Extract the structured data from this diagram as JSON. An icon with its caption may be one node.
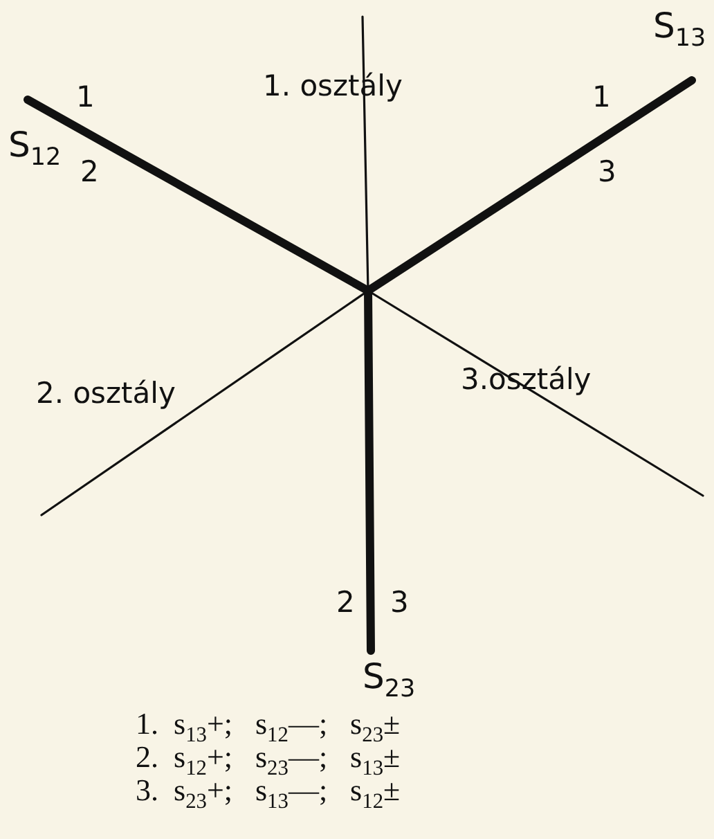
{
  "diagram": {
    "labels": [
      "S$_{13}$",
      "1",
      "1. osztály",
      "1",
      "S$_{12}$",
      "2",
      "3",
      "3.osztály",
      "2. osztály",
      "2",
      "3",
      "S$_{23}$",
      "1.  s$_{13}$+;   s$_{12}$—;   s$_{23}$±",
      "2.  s$_{12}$+;   s$_{23}$—;   s$_{13}$±",
      "3.  s$_{23}$+;   s$_{13}$—;   s$_{12}$±"
    ]
  }
}
